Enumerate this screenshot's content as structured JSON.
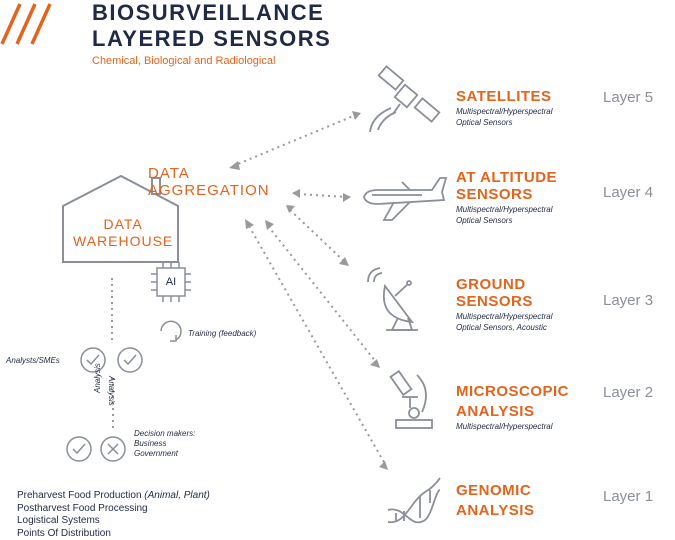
{
  "header": {
    "title_line1": "BIOSURVEILLANCE",
    "title_line2": "LAYERED SENSORS",
    "subtitle": "Chemical, Biological and Radiological"
  },
  "hub": {
    "aggregation_line1": "DATA",
    "aggregation_line2": "AGGREGATION",
    "warehouse_line1": "DATA",
    "warehouse_line2": "WAREHOUSE",
    "ai_label": "AI",
    "training_label": "Training (feedback)"
  },
  "roles": {
    "analysts": "Analysts/SMEs",
    "analysis_left": "Analysis",
    "analysis_right": "Analysis",
    "decision_makers_line1": "Decision makers:",
    "decision_makers_line2": "Business",
    "decision_makers_line3": "Government"
  },
  "layers": [
    {
      "title_line1": "SATELLITES",
      "title_line2": "",
      "sub_line1": "Multispectral/Hyperspectral",
      "sub_line2": "Optical Sensors",
      "layer": "Layer 5",
      "icon": "satellite-icon"
    },
    {
      "title_line1": "AT ALTITUDE",
      "title_line2": "SENSORS",
      "sub_line1": "Multispectral/Hyperspectral",
      "sub_line2": "Optical Sensors",
      "layer": "Layer 4",
      "icon": "airplane-icon"
    },
    {
      "title_line1": "GROUND",
      "title_line2": "SENSORS",
      "sub_line1": "Multispectral/Hyperspectral",
      "sub_line2": "Optical Sensors, Acoustic",
      "layer": "Layer 3",
      "icon": "satellite-dish-icon"
    },
    {
      "title_line1": "MICROSCOPIC",
      "title_line2": "ANALYSIS",
      "sub_line1": "Multispectral/Hyperspectral",
      "sub_line2": "",
      "layer": "Layer 2",
      "icon": "microscope-icon"
    },
    {
      "title_line1": "GENOMIC",
      "title_line2": "ANALYSIS",
      "sub_line1": "",
      "sub_line2": "",
      "layer": "Layer 1",
      "icon": "dna-icon"
    }
  ],
  "uses": {
    "line1_prefix": "Preharvest Food Production ",
    "line1_italic": "(Animal, Plant)",
    "line2": "Postharvest Food Processing",
    "line3": "Logistical Systems",
    "line4": "Points Of Distribution"
  },
  "colors": {
    "accent": "#e3641d",
    "navy": "#1f2a44",
    "gray": "#8a8f99",
    "arrow": "#9a9a9a"
  }
}
